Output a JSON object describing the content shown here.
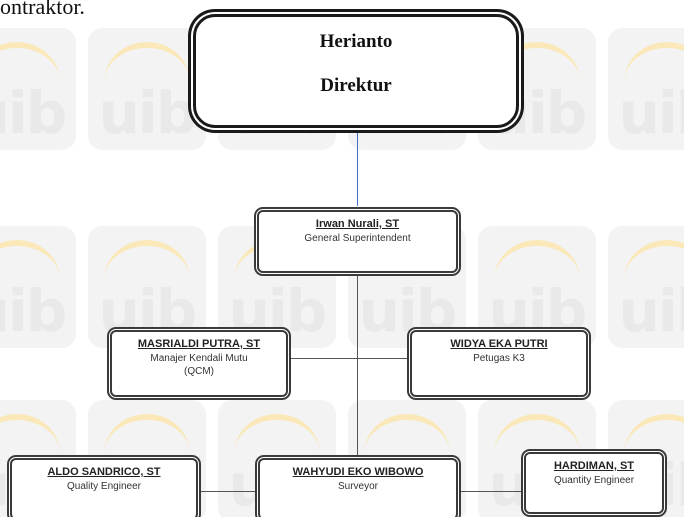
{
  "header": {
    "top_text": "ontraktor."
  },
  "watermark": {
    "text": "uib",
    "tile_color": "#f3f3f3",
    "arc_color": "#fbe8b9"
  },
  "org_chart": {
    "director": {
      "name": "Herianto",
      "role": "Direktur"
    },
    "superintendent": {
      "name": "Irwan Nurali, ST",
      "role": "General Superintendent"
    },
    "qcm": {
      "name": "MASRIALDI PUTRA, ST",
      "role": "Manajer Kendali Mutu (QCM)"
    },
    "k3": {
      "name": "WIDYA EKA PUTRI",
      "role": "Petugas K3"
    },
    "quality": {
      "name": "ALDO SANDRICO, ST",
      "role": "Quality Engineer"
    },
    "surveyor": {
      "name": "WAHYUDI EKO WIBOWO",
      "role": "Surveyor"
    },
    "quantity": {
      "name": "HARDIMAN, ST",
      "role": "Quantity Engineer"
    }
  },
  "colors": {
    "connector": "#555555",
    "director_connector": "#3f6fc6",
    "box_border": "#3a3a3a"
  }
}
